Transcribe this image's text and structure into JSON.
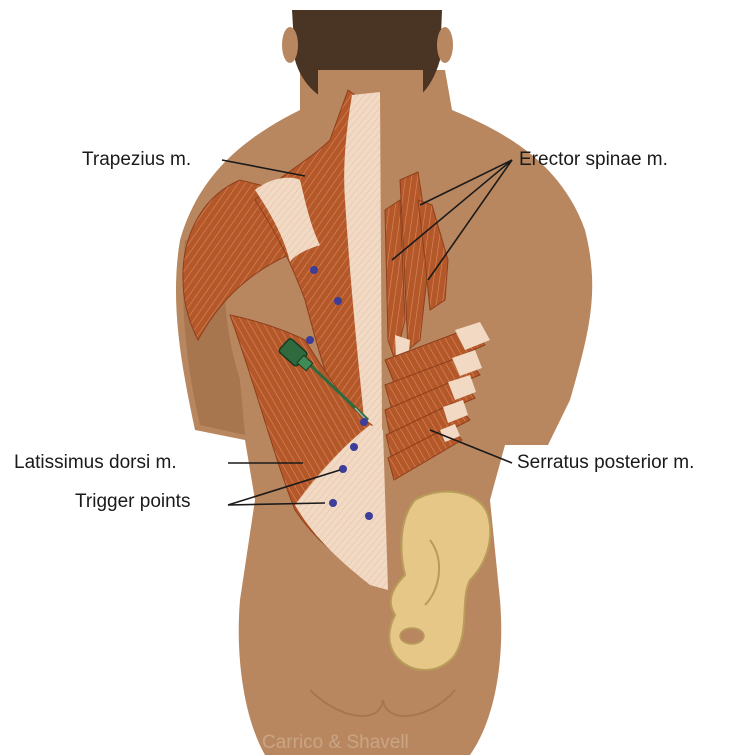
{
  "labels": {
    "trapezius": "Trapezius m.",
    "erector": "Erector spinae m.",
    "latissimus": "Latissimus dorsi m.",
    "trigger": "Trigger points",
    "serratus": "Serratus posterior m."
  },
  "credit": "Carrico & Shavell",
  "colors": {
    "skin": "#b9875f",
    "skin_shadow": "#a7764f",
    "hair": "#4a3424",
    "muscle": "#b4582a",
    "muscle_dark": "#8f3f1c",
    "tendon": "#f1d9c4",
    "bone": "#e6c787",
    "trigger_point": "#3d3d9a",
    "needle": "#2f6a3f",
    "leader_line": "#1a1a1a"
  }
}
